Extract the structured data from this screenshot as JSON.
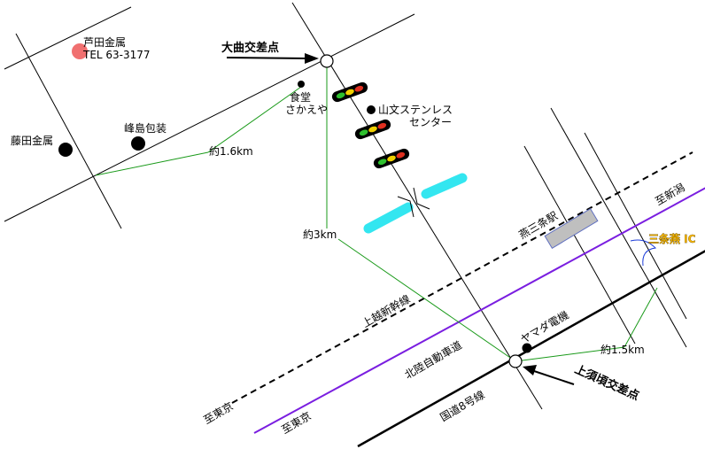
{
  "company": {
    "name": "芦田金属",
    "tel": "TEL 63-3177",
    "marker_color": "#f07070"
  },
  "landmarks": {
    "fujita": "藤田金属",
    "minejima": "峰島包装",
    "shokudo_1": "食堂",
    "shokudo_2": "さかえや",
    "sanbun_1": "山文ステンレス",
    "sanbun_2": "センター",
    "yamada": "ヤマダ電機"
  },
  "intersections": {
    "omagari": "大曲交差点",
    "kamisugoro": "上須頃交差点"
  },
  "distances": {
    "d1": "約1.6km",
    "d2": "約3km",
    "d3": "約1.5km"
  },
  "railways": {
    "shinkansen": "上越新幹線",
    "station": "燕三条駅"
  },
  "roads": {
    "expressway": "北陸自動車道",
    "route8": "国道8号線",
    "ic": "三条燕 IC"
  },
  "directions": {
    "to_niigata": "至新潟",
    "to_tokyo_1": "至東京",
    "to_tokyo_2": "至東京"
  },
  "colors": {
    "road": "#000000",
    "expressway": "#7a1ee0",
    "guide_line": "#1a9a1a",
    "river": "#33e6f0",
    "station": "#bfbfbf",
    "ic_curve": "#1a3ad8"
  }
}
